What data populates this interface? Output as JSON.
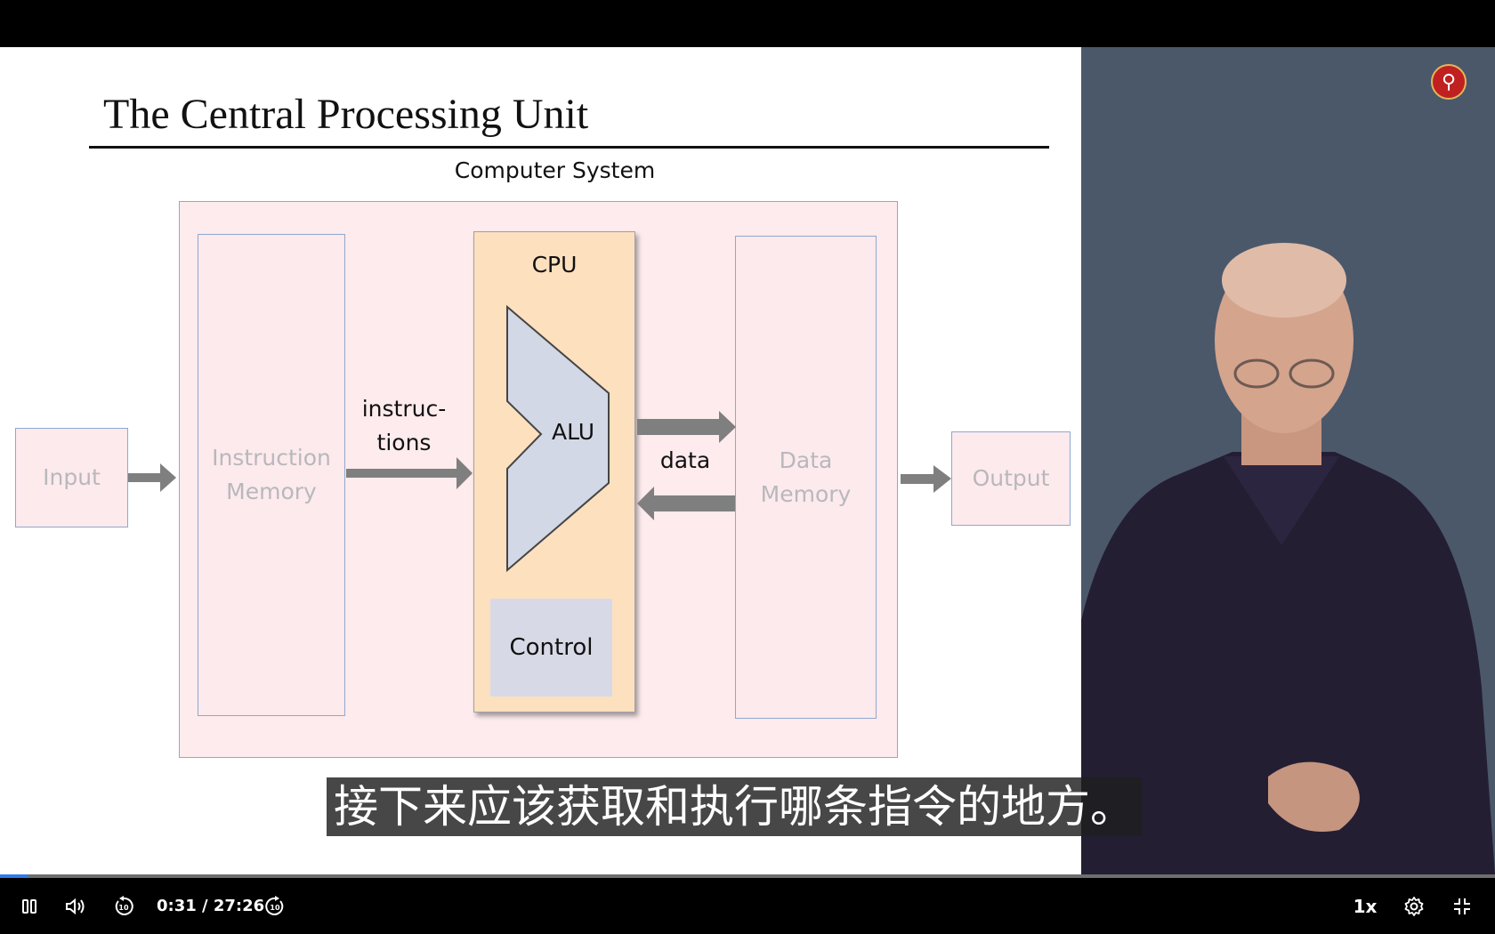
{
  "slide": {
    "title": "The Central Processing Unit",
    "system_label": "Computer System",
    "input_label": "Input",
    "instruction_memory_label": "Instruction\nMemory",
    "instructions_label": "instruc-\ntions",
    "cpu_label": "CPU",
    "alu_label": "ALU",
    "control_label": "Control",
    "data_label": "data",
    "data_memory_label": "Data\nMemory",
    "output_label": "Output"
  },
  "subtitle": "接下来应该获取和执行哪条指令的地方。",
  "player": {
    "progress_fraction": 0.019,
    "current_time": "0:31",
    "duration": "27:26",
    "time_display": "0:31 / 27:26",
    "speed": "1x",
    "icons": [
      "pause-icon",
      "volume-icon",
      "rewind-10-icon",
      "forward-10-icon",
      "settings-icon",
      "fullscreen-icon"
    ]
  },
  "colors": {
    "system_box": "#fdebed",
    "cpu_box": "#fde0be",
    "alu_fill": "#d3d8e6",
    "arrow": "#7f7f7f",
    "presenter_bg": "#4b586a",
    "progress": "#2f7bea"
  }
}
